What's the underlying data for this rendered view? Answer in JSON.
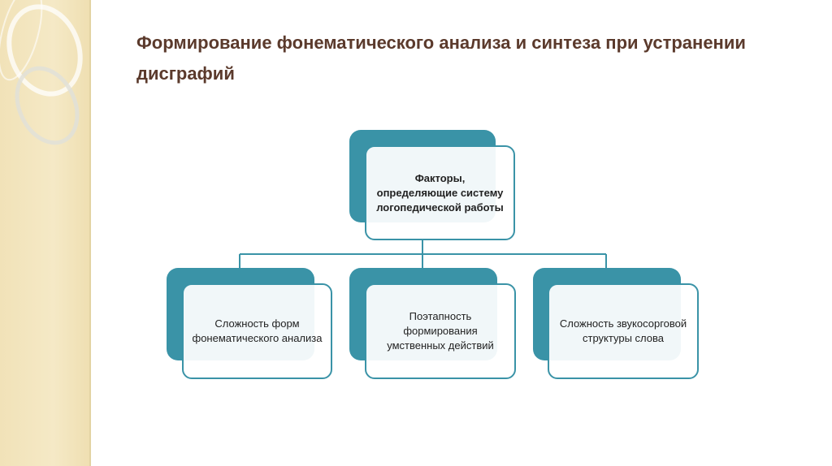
{
  "slide": {
    "title": "Формирование фонематического анализа и синтеза при устранении дисграфий"
  },
  "diagram": {
    "root": {
      "label": "Факторы, определяющие систему логопедической работы"
    },
    "children": [
      {
        "label": "Сложность форм фонематического анализа"
      },
      {
        "label": "Поэтапность формирования умственных действий"
      },
      {
        "label": "Сложность звукосорговой структуры слова"
      }
    ]
  },
  "colors": {
    "accent": "#3a93a7",
    "title": "#5b3a2c",
    "band": "#f1e2b8"
  }
}
